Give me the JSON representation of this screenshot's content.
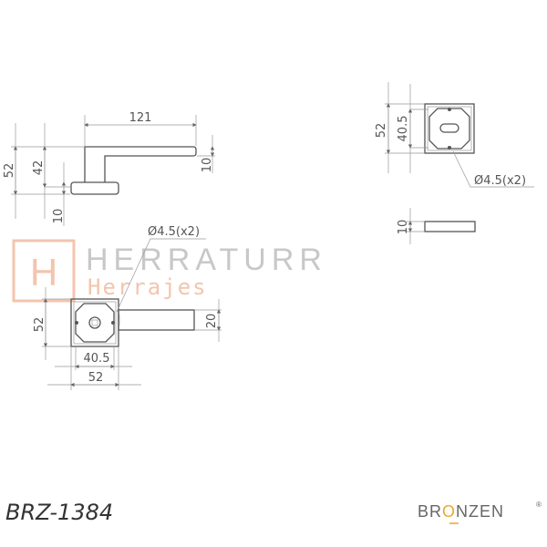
{
  "product_code": "BRZ-1384",
  "brand": {
    "before": "BRONZEN",
    "accent_letter": "O",
    "registered": "®",
    "accent_color": "#e8a92c"
  },
  "watermark": {
    "letter": "H",
    "line1": "HERRATURR",
    "line2": "Herrajes",
    "color": "#f4c4ae"
  },
  "side_view": {
    "length": "121",
    "total_height": "52",
    "lever_height": "42",
    "lever_thickness": "10",
    "rose_thickness": "10"
  },
  "front_view": {
    "hole_note": "Ø4.5(x2)",
    "rose_height": "52",
    "lever_width": "20",
    "inner_width": "40.5",
    "rose_width": "52"
  },
  "rose_view": {
    "rose_height": "52",
    "inner_height": "40.5",
    "hole_note": "Ø4.5(x2)",
    "thickness": "10"
  }
}
